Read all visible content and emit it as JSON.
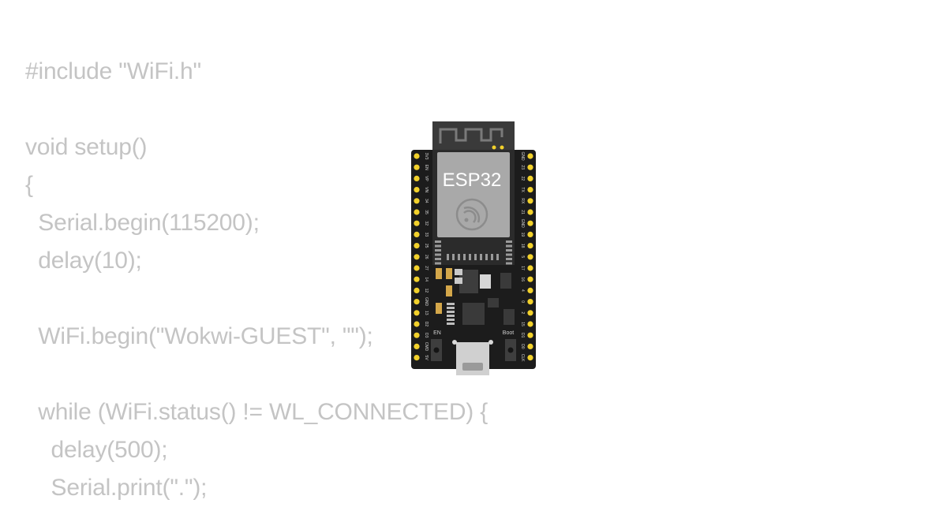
{
  "code": {
    "lines": [
      "#include \"WiFi.h\"",
      "",
      "void setup()",
      "{",
      "  Serial.begin(115200);",
      "  delay(10);",
      "",
      "  WiFi.begin(\"Wokwi-GUEST\", \"\");",
      "",
      "  while (WiFi.status() != WL_CONNECTED) {",
      "    delay(500);",
      "    Serial.print(\".\");"
    ]
  },
  "board": {
    "module_label": "ESP32",
    "en_label": "EN",
    "boot_label": "Boot",
    "left_pins": [
      "3V3",
      "EN",
      "VP",
      "VN",
      "34",
      "35",
      "32",
      "33",
      "25",
      "26",
      "27",
      "14",
      "12",
      "GND",
      "13",
      "D2",
      "D3",
      "CMD",
      "5V"
    ],
    "right_pins": [
      "GND",
      "23",
      "22",
      "TX",
      "RX",
      "21",
      "GND",
      "19",
      "18",
      "5",
      "17",
      "16",
      "4",
      "0",
      "2",
      "15",
      "D1",
      "D0",
      "CLK"
    ],
    "colors": {
      "pcb": "#1c1c1c",
      "pin": "#f2d12b",
      "shield": "#a9a9a9",
      "antenna": "#3a3a3a"
    }
  }
}
